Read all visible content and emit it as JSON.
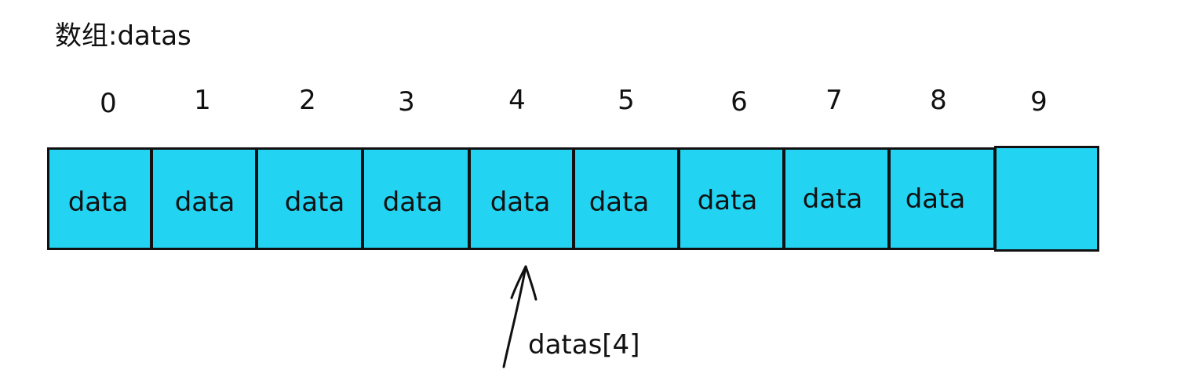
{
  "title": "数组:datas",
  "indices": [
    "0",
    "1",
    "2",
    "3",
    "4",
    "5",
    "6",
    "7",
    "8",
    "9"
  ],
  "cells": [
    "data",
    "data",
    "data",
    "data",
    "data",
    "data",
    "data",
    "data",
    "data",
    ""
  ],
  "pointer": {
    "label": "datas[4]",
    "target_index": 4
  },
  "colors": {
    "cell_fill": "#22d3f2",
    "border": "#111111",
    "text": "#111111"
  }
}
